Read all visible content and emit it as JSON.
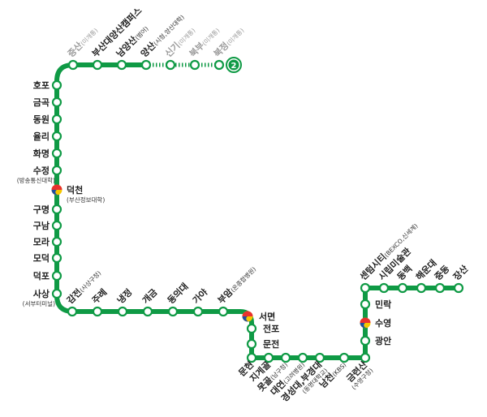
{
  "line": {
    "number": "2",
    "color": "#0f9a45",
    "transfer_colors": [
      "#e8322f",
      "#1f4ea1",
      "#f6c700"
    ]
  },
  "stations": {
    "top": [
      {
        "name": "증산",
        "sub": "(미개통)",
        "unopened": true
      },
      {
        "name": "부산대양산캠퍼스",
        "sub": ""
      },
      {
        "name": "남양산",
        "sub": "(범어)"
      },
      {
        "name": "양산",
        "sub": "(시청,양산대학)"
      },
      {
        "name": "신기",
        "sub": "(미개통)",
        "unopened": true
      },
      {
        "name": "북부",
        "sub": "(미개통)",
        "unopened": true
      },
      {
        "name": "북정",
        "sub": "(미개통)",
        "unopened": true
      }
    ],
    "left": [
      {
        "name": "호포",
        "sub": ""
      },
      {
        "name": "금곡",
        "sub": ""
      },
      {
        "name": "동원",
        "sub": ""
      },
      {
        "name": "율리",
        "sub": ""
      },
      {
        "name": "화명",
        "sub": ""
      },
      {
        "name": "수정",
        "sub": "(방송통신대학)"
      },
      {
        "name": "덕천",
        "sub": "(부산정보대학)",
        "transfer": true
      },
      {
        "name": "구명",
        "sub": ""
      },
      {
        "name": "구남",
        "sub": ""
      },
      {
        "name": "모라",
        "sub": ""
      },
      {
        "name": "모덕",
        "sub": ""
      },
      {
        "name": "덕포",
        "sub": ""
      },
      {
        "name": "사상",
        "sub": "(서부터미널)"
      }
    ],
    "middle": [
      {
        "name": "감전",
        "sub": "(사상구청)"
      },
      {
        "name": "주례",
        "sub": ""
      },
      {
        "name": "냉정",
        "sub": ""
      },
      {
        "name": "개금",
        "sub": ""
      },
      {
        "name": "동의대",
        "sub": ""
      },
      {
        "name": "가야",
        "sub": ""
      },
      {
        "name": "부암",
        "sub": "(온종합병원)"
      }
    ],
    "seomyeon": [
      {
        "name": "서면",
        "sub": "",
        "transfer": true
      },
      {
        "name": "전포",
        "sub": ""
      },
      {
        "name": "문전",
        "sub": ""
      }
    ],
    "bottom": [
      {
        "name": "문현",
        "sub": ""
      },
      {
        "name": "지게골",
        "sub": ""
      },
      {
        "name": "못골",
        "sub": "(남구청)"
      },
      {
        "name": "대연",
        "sub": "(고려병원)"
      },
      {
        "name": "경성대,부경대",
        "sub": "(동명대학교)"
      },
      {
        "name": "남천",
        "sub": "(KBS)"
      },
      {
        "name": "금련산",
        "sub": "(수영구청)"
      }
    ],
    "right": [
      {
        "name": "광안",
        "sub": ""
      },
      {
        "name": "수영",
        "sub": "",
        "transfer": true
      },
      {
        "name": "민락",
        "sub": ""
      }
    ],
    "east": [
      {
        "name": "센텀시티",
        "sub": "(BEXCO,신세계)"
      },
      {
        "name": "시립미술관",
        "sub": ""
      },
      {
        "name": "동백",
        "sub": ""
      },
      {
        "name": "해운대",
        "sub": ""
      },
      {
        "name": "중동",
        "sub": ""
      },
      {
        "name": "장산",
        "sub": ""
      }
    ]
  }
}
